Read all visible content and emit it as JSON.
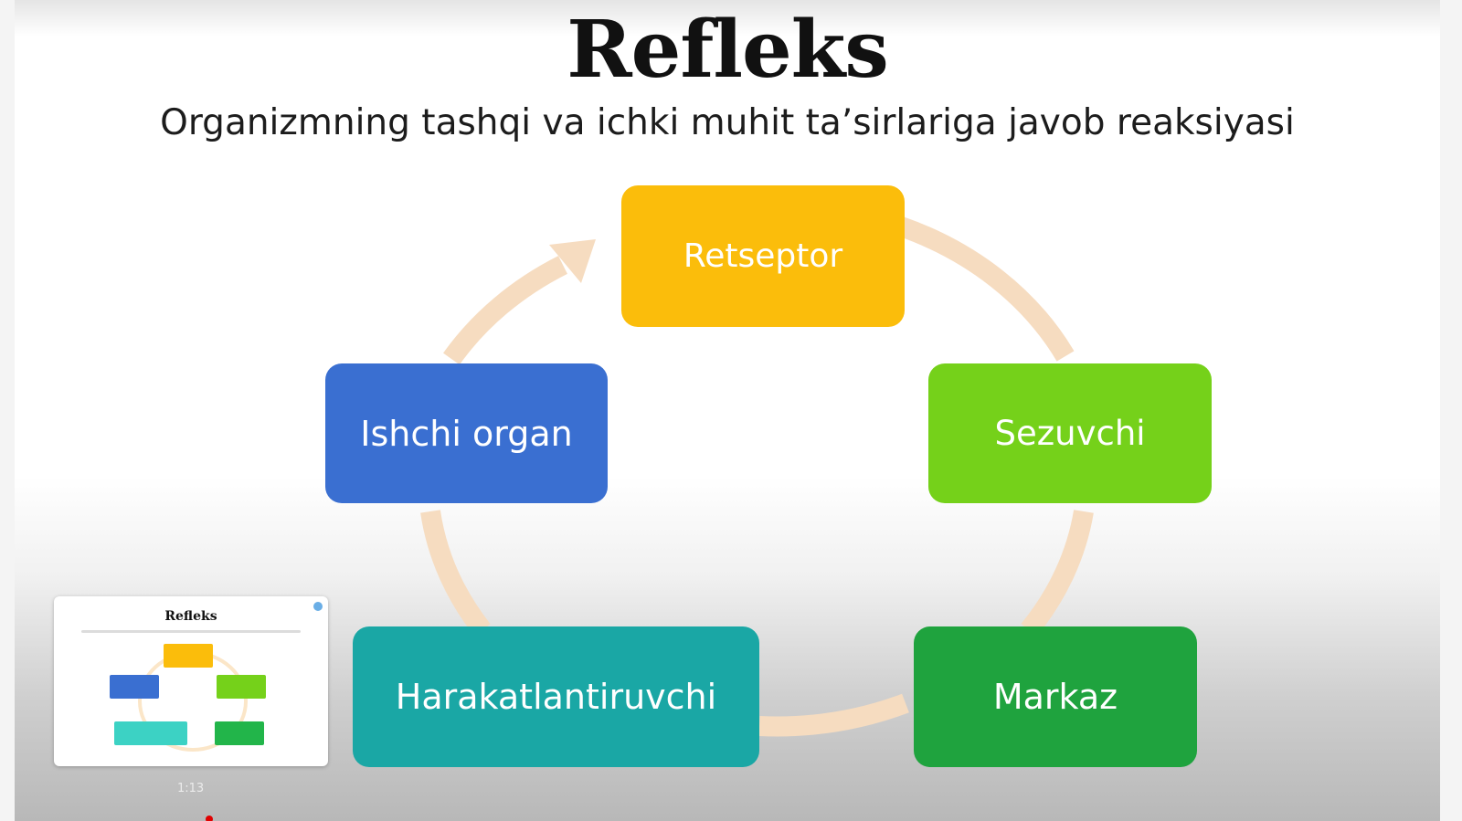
{
  "slide": {
    "title": "Refleks",
    "subtitle": "Organizmning tashqi va ichki muhit ta’sirlariga javob reaksiyasi"
  },
  "cycle": {
    "nodes": [
      {
        "label": "Retseptor",
        "color": "#fbbd0b"
      },
      {
        "label": "Sezuvchi",
        "color": "#75d11a"
      },
      {
        "label": "Markaz",
        "color": "#1fa33e"
      },
      {
        "label": "Harakatlantiruvchi",
        "color": "#1aa7a5"
      },
      {
        "label": "Ishchi organ",
        "color": "#3a6fd1"
      }
    ],
    "arrow_color": "#f6dcc0"
  },
  "player": {
    "preview": {
      "caption": "",
      "title": "Refleks"
    },
    "time": "1:13"
  }
}
